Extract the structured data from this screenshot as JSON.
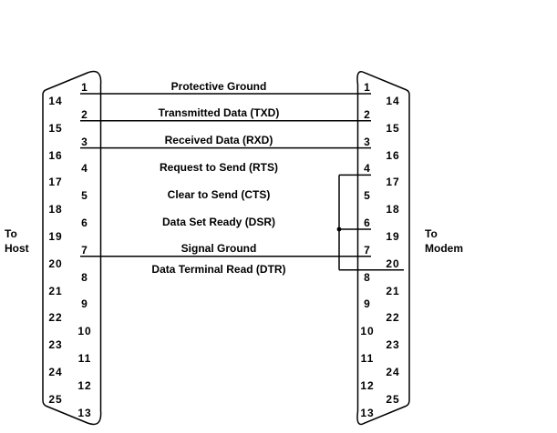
{
  "side_labels": {
    "left": [
      "To",
      "Host"
    ],
    "right": [
      "To",
      "Modem"
    ]
  },
  "pins": {
    "inner": [
      "1",
      "2",
      "3",
      "4",
      "5",
      "6",
      "7",
      "8",
      "9",
      "10",
      "11",
      "12",
      "13"
    ],
    "outer": [
      "14",
      "15",
      "16",
      "17",
      "18",
      "19",
      "20",
      "21",
      "22",
      "23",
      "24",
      "25"
    ]
  },
  "signals": [
    {
      "label": "Protective Ground",
      "host_pin": 1,
      "modem_pin": 1,
      "wired": true
    },
    {
      "label": "Transmitted Data (TXD)",
      "host_pin": 2,
      "modem_pin": 2,
      "wired": true
    },
    {
      "label": "Received Data (RXD)",
      "host_pin": 3,
      "modem_pin": 3,
      "wired": true
    },
    {
      "label": "Request to Send (RTS)",
      "host_pin": 4,
      "wired": false
    },
    {
      "label": "Clear to Send (CTS)",
      "host_pin": 5,
      "wired": false
    },
    {
      "label": "Data Set Ready (DSR)",
      "host_pin": 6,
      "wired": false
    },
    {
      "label": "Signal Ground",
      "host_pin": 7,
      "modem_pin": 7,
      "wired": true
    },
    {
      "label": "Data Terminal Read (DTR)",
      "modem_pin": 20,
      "wired": false
    }
  ],
  "modem_side_jumper": {
    "joined_pins": [
      4,
      6,
      20
    ],
    "junction_dot_pin": 6
  },
  "colors": {
    "line": "#000000",
    "background": "#ffffff"
  }
}
